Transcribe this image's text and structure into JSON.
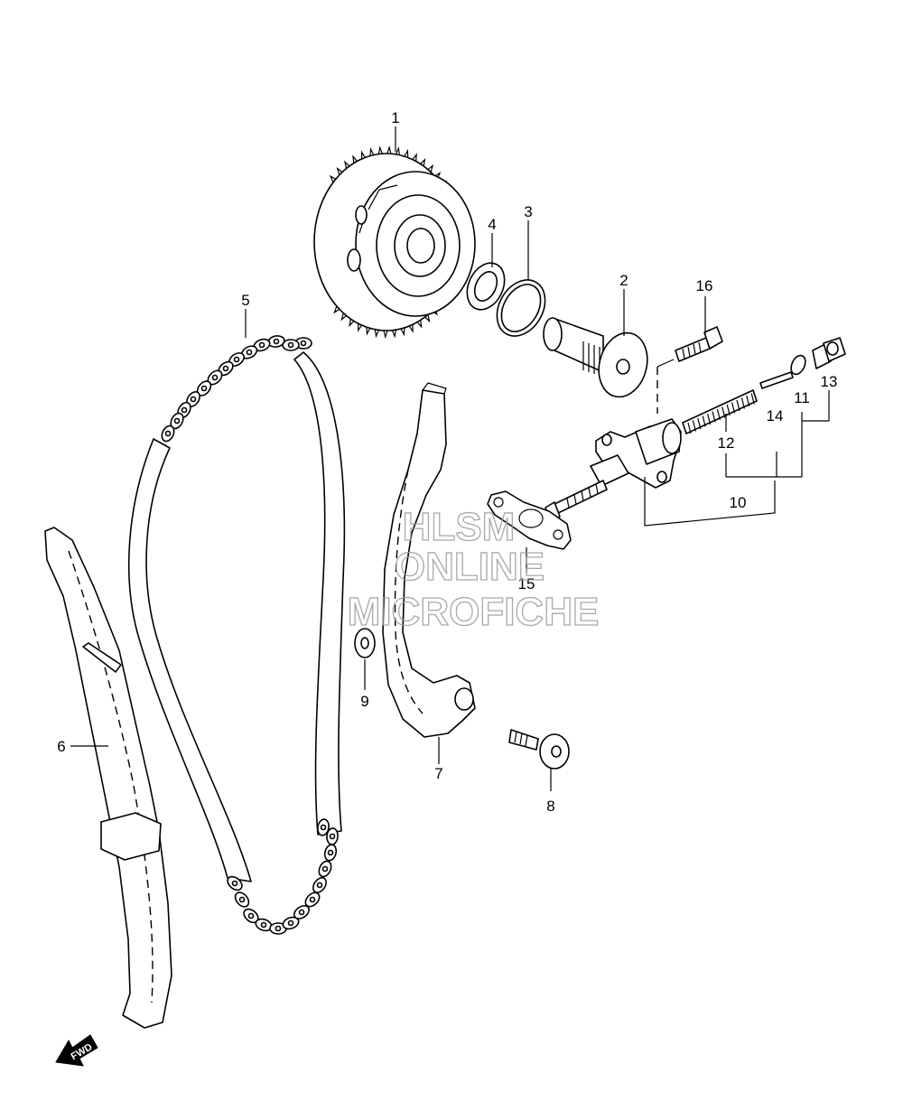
{
  "callouts": {
    "c1": "1",
    "c2": "2",
    "c3": "3",
    "c4": "4",
    "c5": "5",
    "c6": "6",
    "c7": "7",
    "c8": "8",
    "c9": "9",
    "c10": "10",
    "c11": "11",
    "c12": "12",
    "c13": "13",
    "c14": "14",
    "c15": "15",
    "c16": "16"
  },
  "watermark": {
    "line1": "HLSM",
    "line2": "ONLINE",
    "line3": "MICROFICHE"
  },
  "fwd_marker": {
    "label": "FWD"
  }
}
